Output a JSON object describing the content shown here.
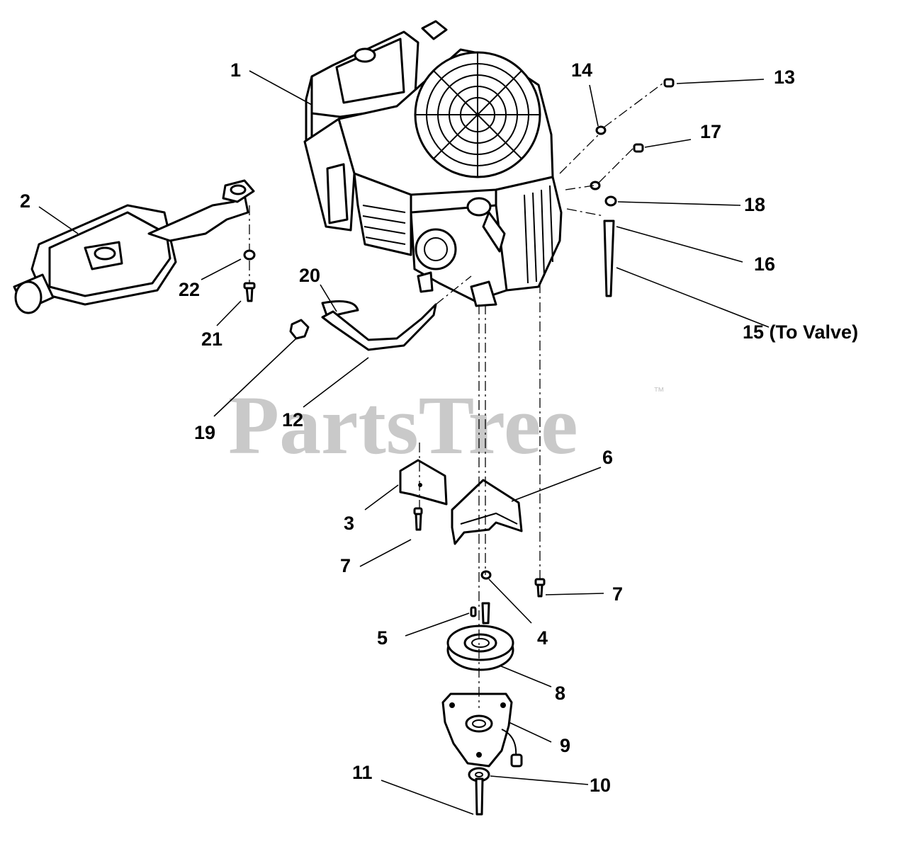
{
  "watermark": {
    "text": "PartsTree",
    "trademark": "™"
  },
  "callouts": [
    {
      "id": "1",
      "text": "1"
    },
    {
      "id": "2",
      "text": "2"
    },
    {
      "id": "3",
      "text": "3"
    },
    {
      "id": "4",
      "text": "4"
    },
    {
      "id": "5",
      "text": "5"
    },
    {
      "id": "6",
      "text": "6"
    },
    {
      "id": "7a",
      "text": "7"
    },
    {
      "id": "7b",
      "text": "7"
    },
    {
      "id": "8",
      "text": "8"
    },
    {
      "id": "9",
      "text": "9"
    },
    {
      "id": "10",
      "text": "10"
    },
    {
      "id": "11",
      "text": "11"
    },
    {
      "id": "12",
      "text": "12"
    },
    {
      "id": "13",
      "text": "13"
    },
    {
      "id": "14",
      "text": "14"
    },
    {
      "id": "15",
      "text": "15 (To Valve)"
    },
    {
      "id": "16",
      "text": "16"
    },
    {
      "id": "17",
      "text": "17"
    },
    {
      "id": "18",
      "text": "18"
    },
    {
      "id": "19",
      "text": "19"
    },
    {
      "id": "20",
      "text": "20"
    },
    {
      "id": "21",
      "text": "21"
    },
    {
      "id": "22",
      "text": "22"
    }
  ]
}
